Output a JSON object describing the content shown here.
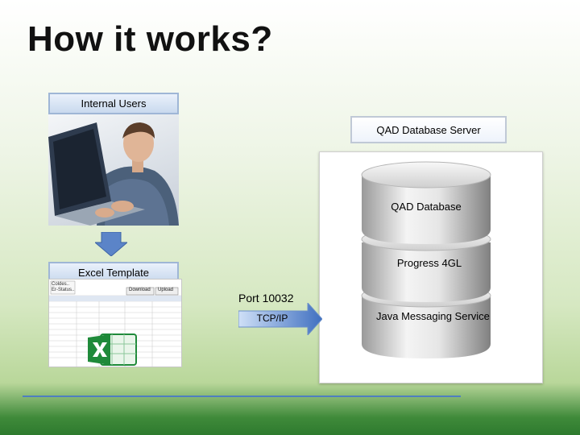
{
  "slide": {
    "title": "How it works?",
    "internal_users_label": "Internal Users",
    "server_label": "QAD Database Server",
    "excel_label": "Excel Template",
    "db_layer_1": "QAD Database",
    "db_layer_2": "Progress 4GL",
    "db_layer_3": "Java Messaging Service",
    "port_label": "Port 10032",
    "protocol_label": "TCP/IP",
    "sheet_buttons": [
      "Download",
      "Upload"
    ],
    "sheet_top_left": [
      "Coldes..",
      "Er-Status.."
    ]
  },
  "colors": {
    "label_border": "#9fb6d6",
    "arrow_fill": "#5b84c8",
    "cylinder_light": "#f2f2f2",
    "cylinder_dark": "#8c8c8c",
    "excel_green": "#1f8a3a"
  }
}
